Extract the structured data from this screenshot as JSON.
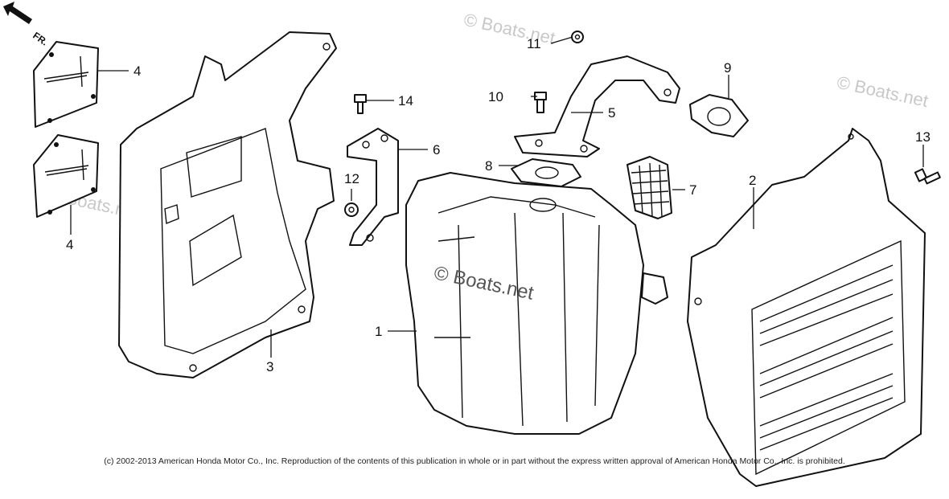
{
  "direction_label": "FR.",
  "watermark": "© Boats.net",
  "copyright": "(c) 2002-2013 American Honda Motor Co., Inc. Reproduction of the contents of this publication in whole or in part without the express written approval of American Honda Motor Co., Inc. is prohibited.",
  "callouts": {
    "c1": "1",
    "c2": "2",
    "c3": "3",
    "c4a": "4",
    "c4b": "4",
    "c5": "5",
    "c6": "6",
    "c7": "7",
    "c8": "8",
    "c9": "9",
    "c10": "10",
    "c11": "11",
    "c12": "12",
    "c13": "13",
    "c14": "14"
  }
}
